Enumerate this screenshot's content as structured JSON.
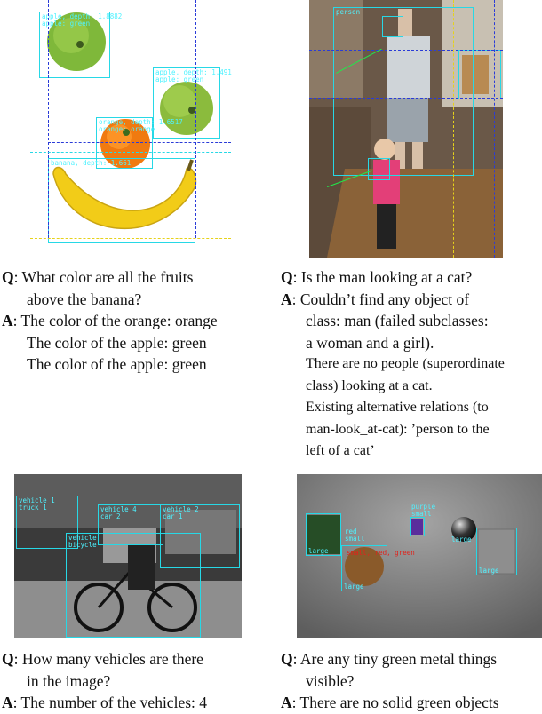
{
  "panel1": {
    "labels": {
      "apple_top": "apple, depth: 1.8882\napple: green",
      "apple_right": "apple, depth: 1.491\napple: green",
      "orange": "orange, depth: 1.6517\norange: orange",
      "banana": "banana, depth: 1.661"
    },
    "q_key": "Q",
    "question_line1": ": What color are all the fruits",
    "question_line2": "above the banana?",
    "a_key": "A",
    "answer_line1": ": The color of the orange: orange",
    "answer_line2": "The color of the apple: green",
    "answer_line3": "The color of the apple: green"
  },
  "panel2": {
    "labels": {
      "person": "person"
    },
    "q_key": "Q",
    "question_line1": ": Is the man looking at a cat?",
    "a_key": "A",
    "answer_line1": ": Couldn’t find any object of",
    "answer_line2": "class: man (failed subclasses:",
    "answer_line3": "a woman and a girl).",
    "answer_line4": "There are no people (superordinate",
    "answer_line5": "class) looking at a cat.",
    "answer_line6": "Existing alternative relations (to",
    "answer_line7": "man-look_at-cat): ’person to the",
    "answer_line8": "left of a cat’"
  },
  "panel3": {
    "labels": {
      "v1": "vehicle 1\ntruck 1",
      "v2": "vehicle 4\ncar 2",
      "v3": "vehicle 2\ncar 1",
      "v4": "vehicle\nbicycle"
    },
    "q_key": "Q",
    "question_line1": ": How many vehicles are there",
    "question_line2": "in the image?",
    "a_key": "A",
    "answer_line1": ": The number of the vehicles: 4"
  },
  "panel4": {
    "labels": {
      "large_green": "large",
      "red_small": "red\nsmall",
      "purple_small": "purple\nsmall",
      "metal_ball": "large",
      "gray_cube": "large",
      "brown_sphere": "large",
      "red_note": "small, red, green"
    },
    "q_key": "Q",
    "question_line1": ": Are any tiny green metal things",
    "question_line2": "visible?",
    "a_key": "A",
    "answer_line1": ": There are no solid green objects"
  },
  "colors": {
    "bbox": "#27d8e6",
    "dash_blue": "#2a3bd8",
    "dash_yellow": "#e6d21a",
    "gaze": "#21e94a"
  }
}
